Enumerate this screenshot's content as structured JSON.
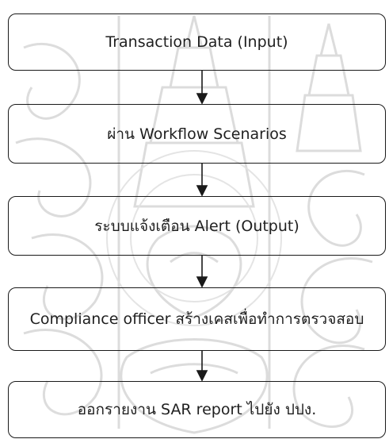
{
  "diagram": {
    "steps": [
      {
        "label": "Transaction Data (Input)"
      },
      {
        "label": "ผ่าน Workflow Scenarios"
      },
      {
        "label": "ระบบแจ้งเตือน Alert (Output)"
      },
      {
        "label": "Compliance officer สร้างเคสเพื่อทำการตรวจสอบ"
      },
      {
        "label": "ออกรายงาน SAR report ไปยัง ปปง."
      }
    ]
  },
  "colors": {
    "border": "#1a1a1a",
    "text": "#1f1f1f",
    "watermark": "#d9d9d9",
    "background": "#ffffff"
  }
}
